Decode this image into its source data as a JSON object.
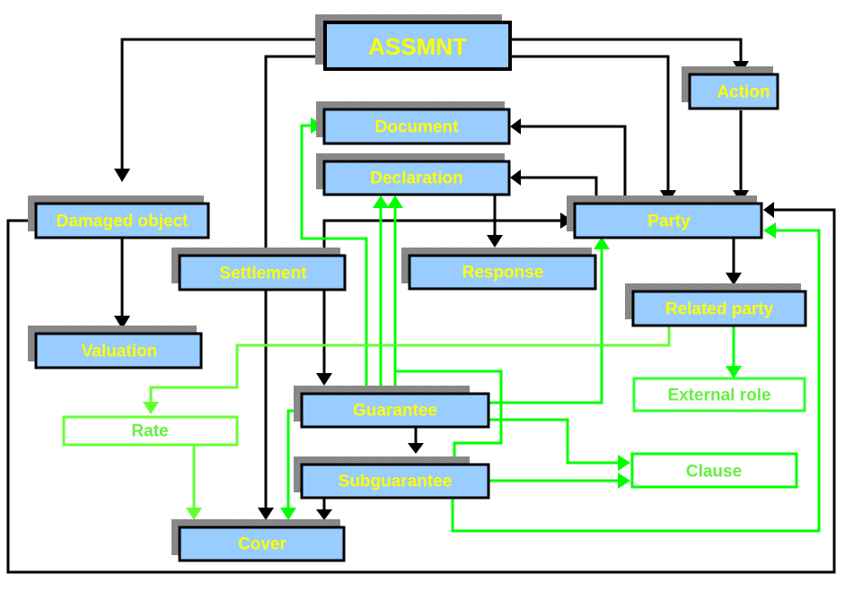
{
  "diagram": {
    "type": "entity-relationship",
    "colors": {
      "entity_fill": "#99ccff",
      "entity_border": "#000000",
      "entity_text": "#ffff00",
      "shadow": "#808080",
      "weak_border": "#33ff33",
      "weak_text": "#66ee44",
      "black_link": "#000000",
      "green_link": "#00ff00",
      "light_green_link": "#66ff33"
    },
    "nodes": [
      {
        "id": "assmnt",
        "label": "ASSMNT",
        "kind": "entity"
      },
      {
        "id": "action",
        "label": "Action",
        "kind": "entity"
      },
      {
        "id": "document",
        "label": "Document",
        "kind": "entity"
      },
      {
        "id": "declaration",
        "label": "Declaration",
        "kind": "entity"
      },
      {
        "id": "party",
        "label": "Party",
        "kind": "entity"
      },
      {
        "id": "damaged_object",
        "label": "Damaged object",
        "kind": "entity"
      },
      {
        "id": "settlement",
        "label": "Settlement",
        "kind": "entity"
      },
      {
        "id": "response",
        "label": "Response",
        "kind": "entity"
      },
      {
        "id": "related_party",
        "label": "Related party",
        "kind": "entity"
      },
      {
        "id": "valuation",
        "label": "Valuation",
        "kind": "entity"
      },
      {
        "id": "external_role",
        "label": "External role",
        "kind": "outline"
      },
      {
        "id": "rate",
        "label": "Rate",
        "kind": "outline"
      },
      {
        "id": "guarantee",
        "label": "Guarantee",
        "kind": "entity"
      },
      {
        "id": "clause",
        "label": "Clause",
        "kind": "outline"
      },
      {
        "id": "subguarantee",
        "label": "Subguarantee",
        "kind": "entity"
      },
      {
        "id": "cover",
        "label": "Cover",
        "kind": "entity"
      }
    ],
    "edges": [
      {
        "from": "assmnt",
        "to": "damaged_object",
        "color": "black"
      },
      {
        "from": "assmnt",
        "to": "settlement",
        "color": "black"
      },
      {
        "from": "assmnt",
        "to": "action",
        "color": "black"
      },
      {
        "from": "assmnt",
        "to": "party",
        "color": "black"
      },
      {
        "from": "action",
        "to": "party",
        "color": "black"
      },
      {
        "from": "party",
        "to": "document",
        "color": "black"
      },
      {
        "from": "party",
        "to": "declaration",
        "color": "black"
      },
      {
        "from": "party",
        "to": "related_party",
        "color": "black"
      },
      {
        "from": "declaration",
        "to": "response",
        "color": "black"
      },
      {
        "from": "settlement",
        "to": "party",
        "color": "black"
      },
      {
        "from": "settlement",
        "to": "guarantee",
        "color": "black"
      },
      {
        "from": "settlement",
        "to": "cover",
        "color": "black"
      },
      {
        "from": "damaged_object",
        "to": "valuation",
        "color": "black"
      },
      {
        "from": "damaged_object",
        "to": "party",
        "color": "black"
      },
      {
        "from": "guarantee",
        "to": "subguarantee",
        "color": "black"
      },
      {
        "from": "subguarantee",
        "to": "cover",
        "color": "black"
      },
      {
        "from": "guarantee",
        "to": "document",
        "color": "green"
      },
      {
        "from": "guarantee",
        "to": "declaration",
        "color": "green"
      },
      {
        "from": "subguarantee",
        "to": "declaration",
        "color": "green"
      },
      {
        "from": "guarantee",
        "to": "party",
        "color": "green"
      },
      {
        "from": "guarantee",
        "to": "clause",
        "color": "green"
      },
      {
        "from": "subguarantee",
        "to": "clause",
        "color": "green"
      },
      {
        "from": "subguarantee",
        "to": "party",
        "color": "green"
      },
      {
        "from": "guarantee",
        "to": "cover",
        "color": "green"
      },
      {
        "from": "related_party",
        "to": "external_role",
        "color": "green"
      },
      {
        "from": "related_party",
        "to": "rate",
        "color": "light-green"
      },
      {
        "from": "rate",
        "to": "cover",
        "color": "light-green"
      }
    ]
  }
}
